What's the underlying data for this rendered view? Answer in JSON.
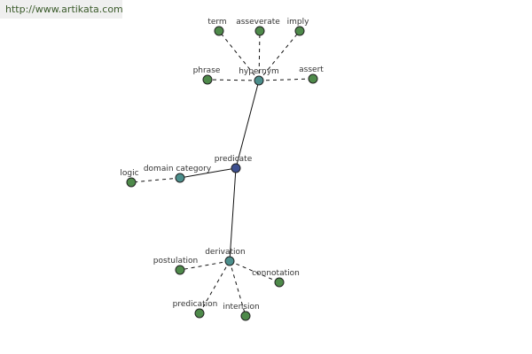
{
  "banner": {
    "text": "http://www.artikata.com"
  },
  "colors": {
    "leaf": "#4e8a4a",
    "hub": "#4b8f8c",
    "center": "#3d4f8f",
    "stroke": "#222222",
    "edge": "#111111"
  },
  "graph": {
    "center": "predicate",
    "nodes": [
      {
        "id": "predicate",
        "label": "predicate",
        "kind": "center"
      },
      {
        "id": "hypernym",
        "label": "hypernym",
        "kind": "hub"
      },
      {
        "id": "domain",
        "label": "domain category",
        "kind": "hub"
      },
      {
        "id": "derivation",
        "label": "derivation",
        "kind": "hub"
      },
      {
        "id": "term",
        "label": "term",
        "kind": "leaf"
      },
      {
        "id": "asseverate",
        "label": "asseverate",
        "kind": "leaf"
      },
      {
        "id": "imply",
        "label": "imply",
        "kind": "leaf"
      },
      {
        "id": "phrase",
        "label": "phrase",
        "kind": "leaf"
      },
      {
        "id": "assert",
        "label": "assert",
        "kind": "leaf"
      },
      {
        "id": "logic",
        "label": "logic",
        "kind": "leaf"
      },
      {
        "id": "postulation",
        "label": "postulation",
        "kind": "leaf"
      },
      {
        "id": "connotation",
        "label": "connotation",
        "kind": "leaf"
      },
      {
        "id": "predication",
        "label": "predication",
        "kind": "leaf"
      },
      {
        "id": "intension",
        "label": "intension",
        "kind": "leaf"
      }
    ],
    "edges": [
      {
        "from": "predicate",
        "to": "hypernym",
        "style": "solid"
      },
      {
        "from": "predicate",
        "to": "domain",
        "style": "solid"
      },
      {
        "from": "predicate",
        "to": "derivation",
        "style": "solid"
      },
      {
        "from": "hypernym",
        "to": "term",
        "style": "dashed"
      },
      {
        "from": "hypernym",
        "to": "asseverate",
        "style": "dashed"
      },
      {
        "from": "hypernym",
        "to": "imply",
        "style": "dashed"
      },
      {
        "from": "hypernym",
        "to": "phrase",
        "style": "dashed"
      },
      {
        "from": "hypernym",
        "to": "assert",
        "style": "dashed"
      },
      {
        "from": "domain",
        "to": "logic",
        "style": "dashed"
      },
      {
        "from": "derivation",
        "to": "postulation",
        "style": "dashed"
      },
      {
        "from": "derivation",
        "to": "connotation",
        "style": "dashed"
      },
      {
        "from": "derivation",
        "to": "predication",
        "style": "dashed"
      },
      {
        "from": "derivation",
        "to": "intension",
        "style": "dashed"
      }
    ]
  }
}
